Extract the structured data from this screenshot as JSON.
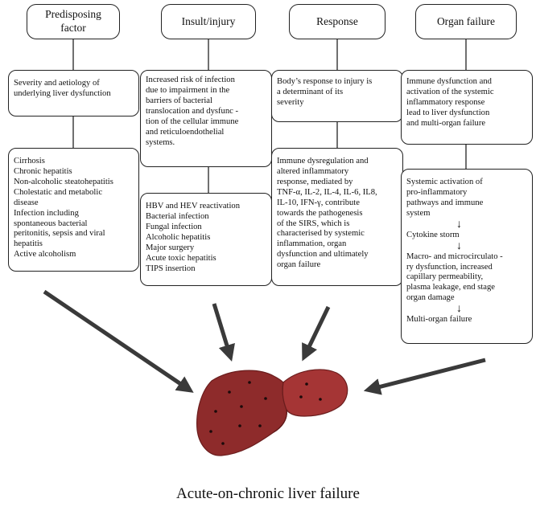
{
  "columns": [
    {
      "header": [
        "Predisposing",
        "factor"
      ],
      "desc": [
        "Severity and aetiology of",
        "underlying liver dysfunction"
      ],
      "detail": [
        "Cirrhosis",
        "Chronic hepatitis",
        "Non-alcoholic steatohepatitis",
        "Cholestatic and metabolic",
        "disease",
        "Infection including",
        "spontaneous bacterial",
        "peritonitis, sepsis and viral",
        "hepatitis",
        "Active alcoholism"
      ]
    },
    {
      "header": [
        "Insult/injury"
      ],
      "desc": [
        "Increased risk of infection",
        "due to impairment in the",
        "barriers of bacterial",
        "translocation and dysfunc -",
        "tion of the cellular immune",
        "and reticuloendothelial",
        "systems."
      ],
      "detail": [
        "HBV and HEV reactivation",
        "Bacterial infection",
        "Fungal infection",
        "Alcoholic hepatitis",
        "Major surgery",
        "Acute toxic hepatitis",
        "TIPS insertion"
      ]
    },
    {
      "header": [
        "Response"
      ],
      "desc": [
        "Body’s response to injury is",
        "a determinant of its",
        "severity"
      ],
      "detail": [
        "Immune dysregulation and",
        "altered inflammatory",
        "response, mediated by",
        "TNF-α, IL-2, IL-4, IL-6, IL8,",
        "IL-10, IFN-γ, contribute",
        "towards the pathogenesis",
        "of the SIRS, which is",
        "characterised by systemic",
        "inflammation, organ",
        "dysfunction and ultimately",
        "organ failure"
      ]
    },
    {
      "header": [
        "Organ failure"
      ],
      "desc": [
        "Immune dysfunction and",
        "activation of the systemic",
        "inflammatory response",
        "lead to liver dysfunction",
        "and multi-organ failure"
      ],
      "detail_steps": [
        [
          "Systemic activation of",
          "pro-inflammatory",
          "pathways and immune",
          "system"
        ],
        [
          "Cytokine storm"
        ],
        [
          "Macro- and microcirculato -",
          "ry dysfunction, increased",
          "capillary permeability,",
          "plasma leakage, end stage",
          "organ damage"
        ],
        [
          "Multi-organ failure"
        ]
      ],
      "step_arrow": "↓"
    }
  ],
  "caption": "Acute-on-chronic liver failure",
  "colors": {
    "liver": "#8e2b2b",
    "liver_shade": "#a53535",
    "arrow": "#3a3a3a",
    "line": "#222222"
  }
}
